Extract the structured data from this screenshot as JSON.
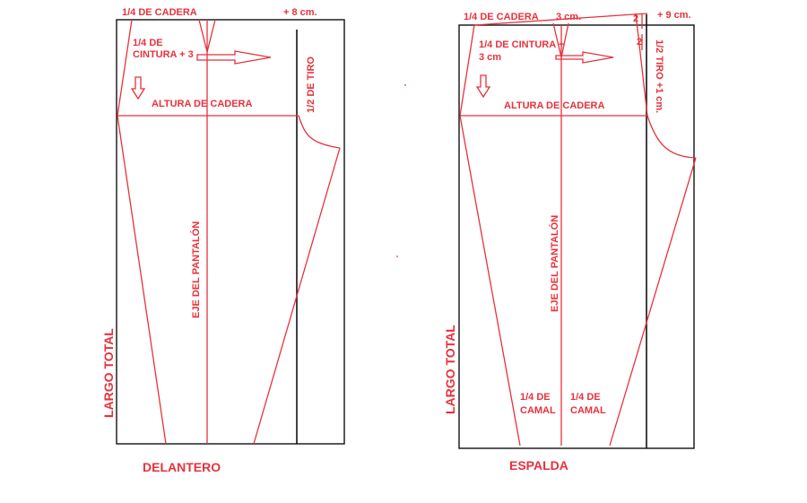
{
  "colors": {
    "pattern_red": "#e8313b",
    "frame_black": "#111111",
    "background": "#ffffff"
  },
  "delantero": {
    "title": "DELANTERO",
    "cadera_quarter": "1/4  DE CADERA",
    "plus_8": "+ 8 cm.",
    "cintura_line1": "1/4 DE",
    "cintura_line2": "CINTURA + 3",
    "altura_cadera": "ALTURA DE CADERA",
    "half_tiro": "1/2 DE TIRO",
    "eje": "EJE DEL PANTALÓN",
    "largo_total": "LARGO TOTAL"
  },
  "espalda": {
    "title": "ESPALDA",
    "cadera_quarter": "1/4 DE CADERA",
    "three_cm": "3 cm.",
    "mark_2a": "2",
    "mark_2b": "2",
    "plus_9": "+ 9 cm.",
    "cintura_line1": "1/4 DE CINTURA +",
    "cintura_line2": "3 cm",
    "altura_cadera": "ALTURA DE CADERA",
    "half_tiro": "1/2 TIRO +1 cm.",
    "eje": "EJE DEL PANTALÓN",
    "largo_total": "LARGO TOTAL",
    "camal_left_line1": "1/4 DE",
    "camal_left_line2": "CAMAL",
    "camal_right_line1": "1/4 DE",
    "camal_right_line2": "CAMAL"
  }
}
